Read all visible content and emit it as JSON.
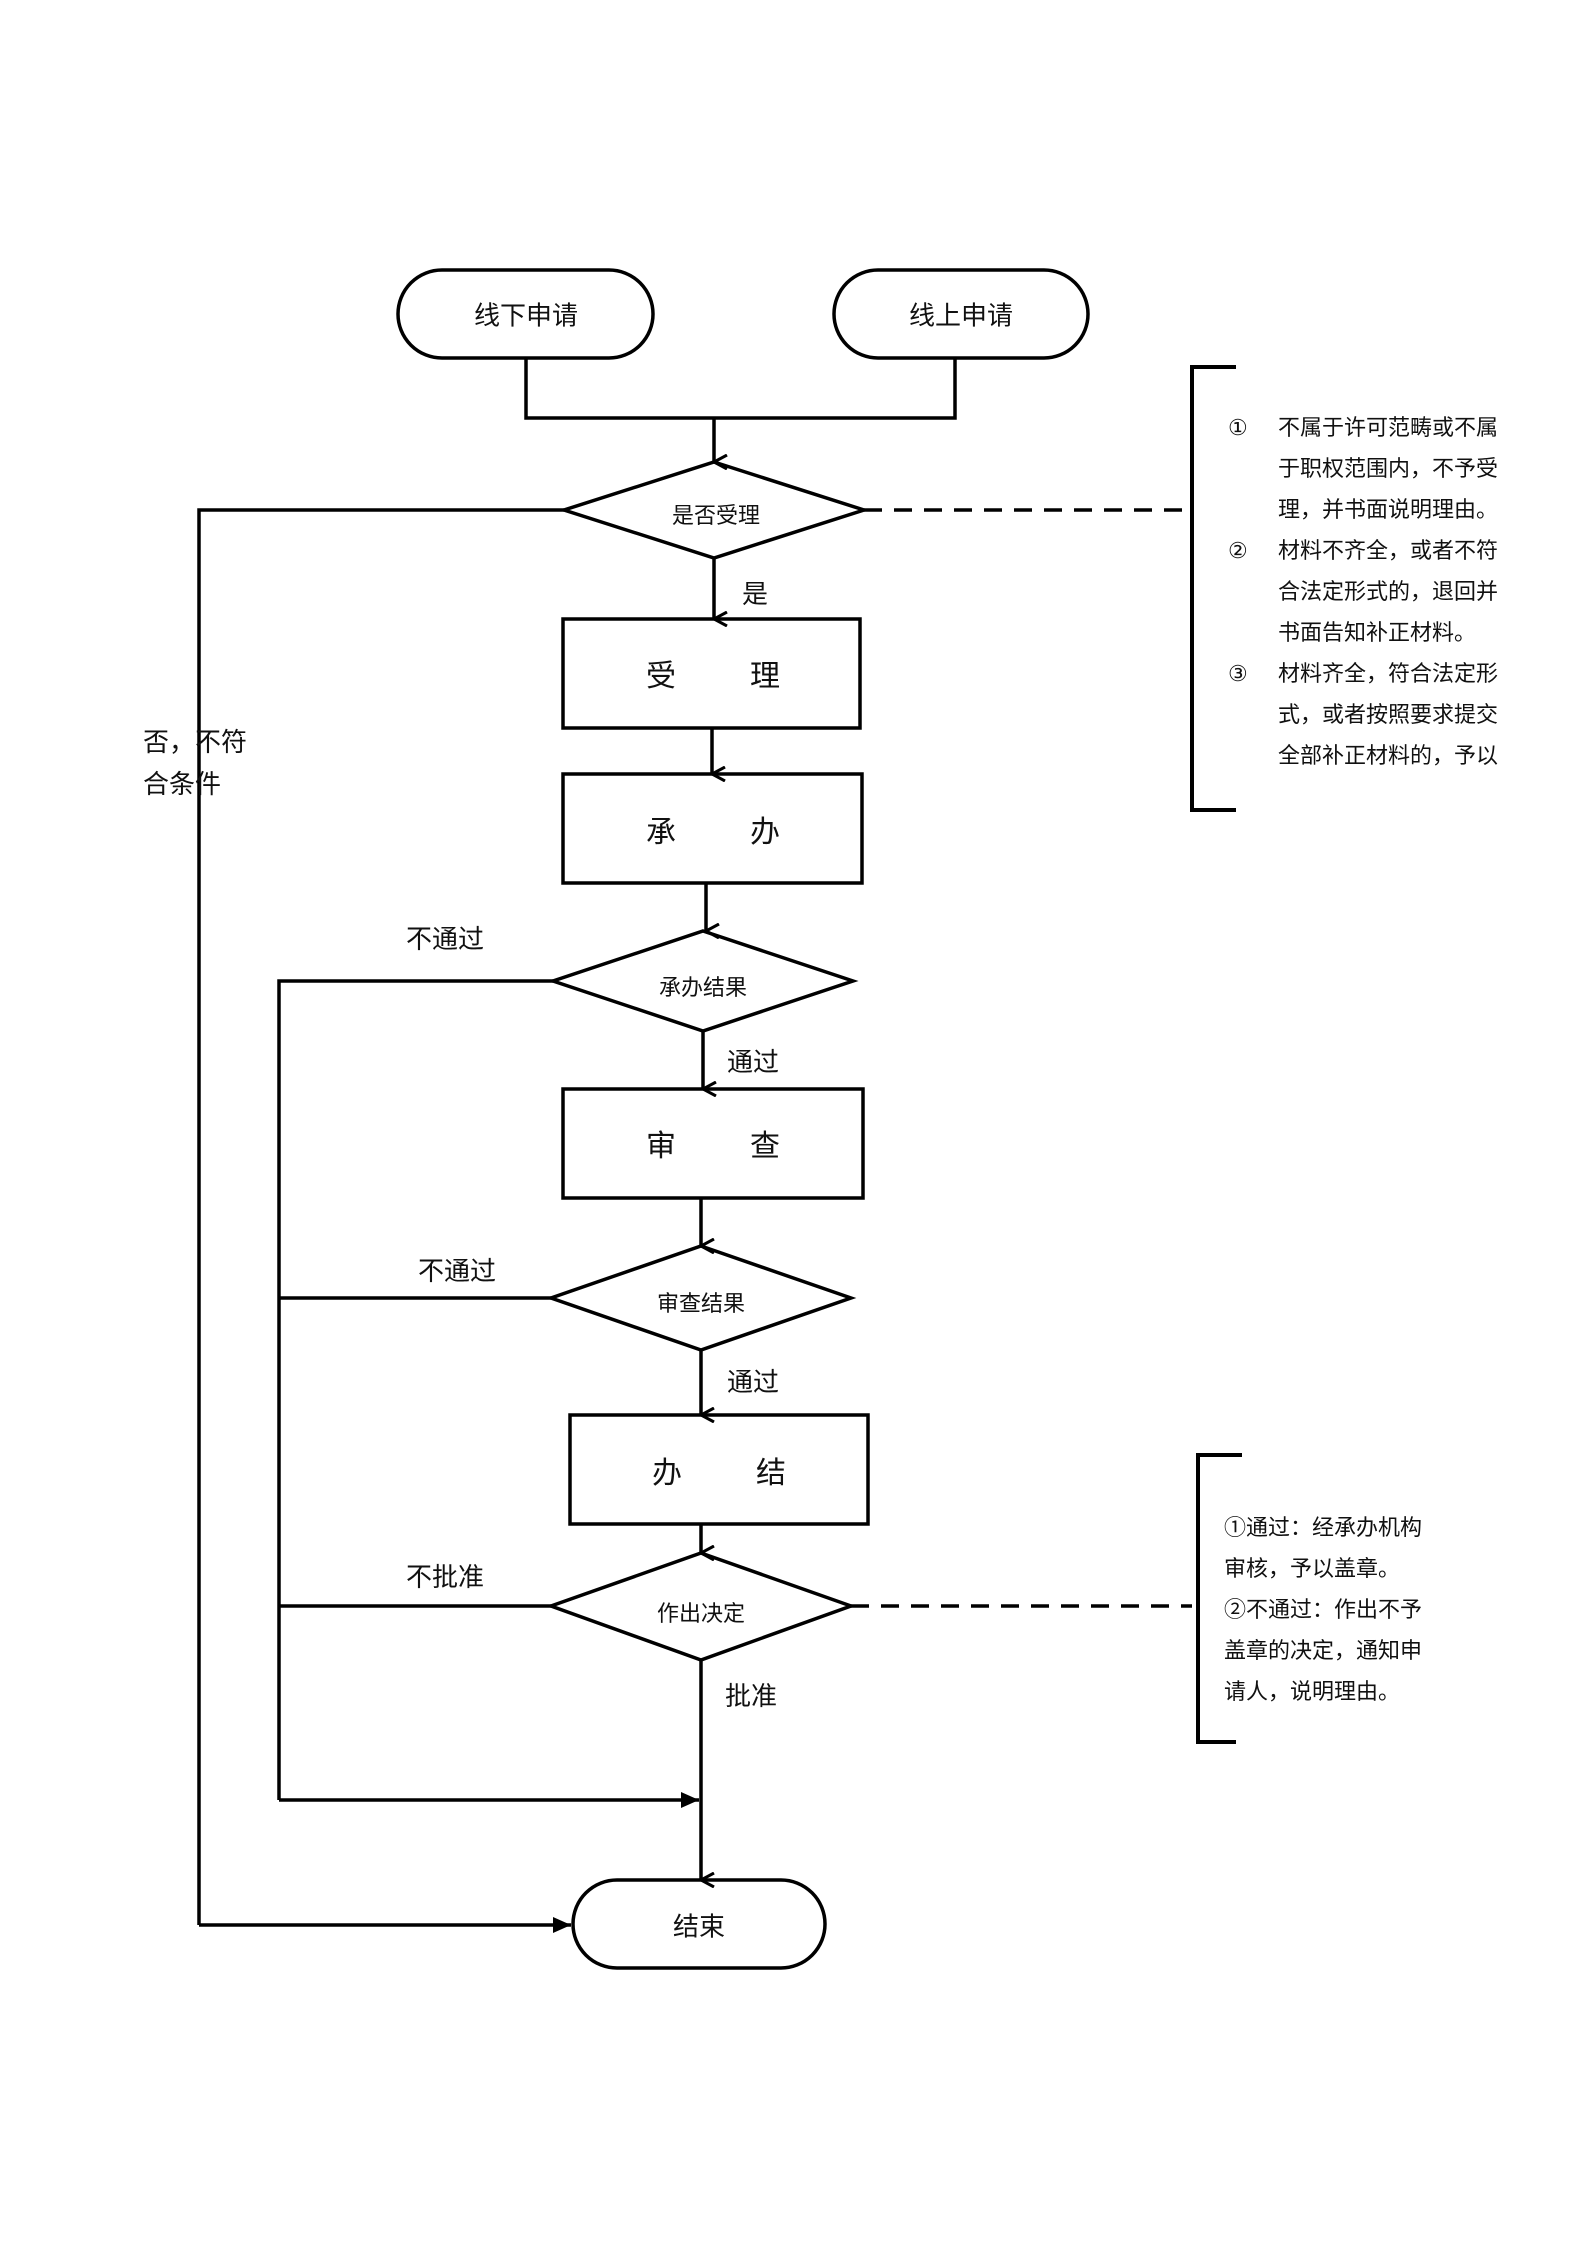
{
  "nodes": {
    "offline_apply": "线下申请",
    "online_apply": "线上申请",
    "decide_accept": "是否受理",
    "accept": "受　理",
    "handle": "承　办",
    "handle_result": "承办结果",
    "review": "审　查",
    "review_result": "审查结果",
    "conclude": "办　结",
    "make_decision": "作出决定",
    "end": "结束"
  },
  "edges": {
    "yes": "是",
    "no_not_qualified": [
      "否，不符",
      "合条件"
    ],
    "fail_1": "不通过",
    "pass_1": "通过",
    "fail_2": "不通过",
    "pass_2": "通过",
    "reject": "不批准",
    "approve": "批准"
  },
  "notes": {
    "accept_rules": [
      {
        "num": "①",
        "lines": [
          "不属于许可范畴或不属",
          "于职权范围内，不予受",
          "理，并书面说明理由。"
        ]
      },
      {
        "num": "②",
        "lines": [
          "材料不齐全，或者不符",
          "合法定形式的，退回并",
          "书面告知补正材料。"
        ]
      },
      {
        "num": "③",
        "lines": [
          "材料齐全，符合法定形",
          "式，或者按照要求提交",
          "全部补正材料的，予以"
        ]
      }
    ],
    "decision_rules": [
      "①通过：经承办机构",
      "审核，予以盖章。",
      "②不通过：作出不予",
      "盖章的决定，通知申",
      "请人，说明理由。"
    ]
  }
}
